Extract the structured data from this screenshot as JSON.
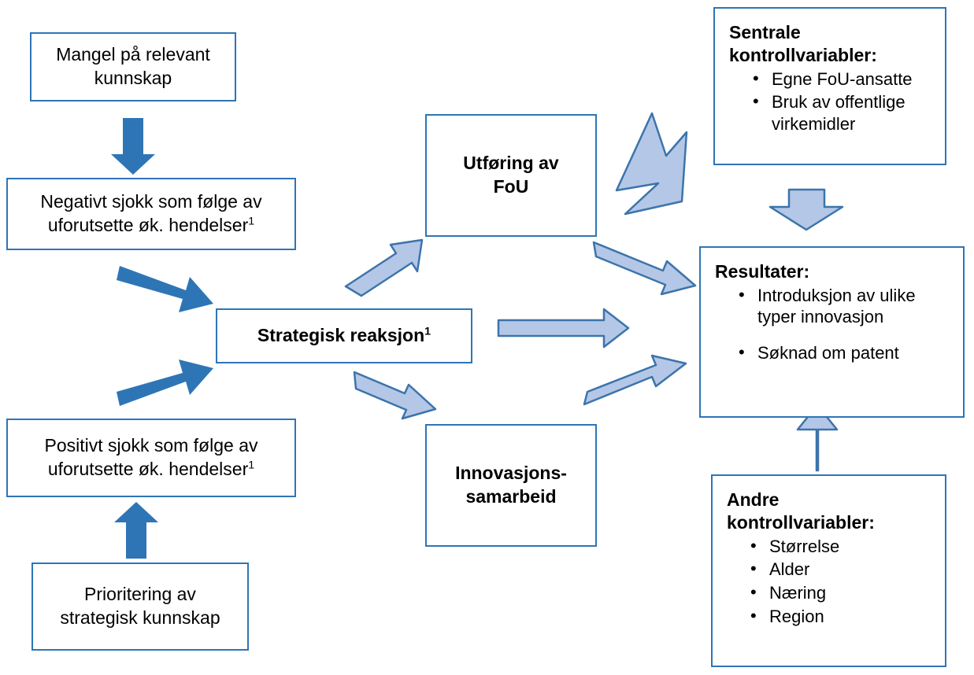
{
  "diagram": {
    "title_text_language": "Norwegian",
    "colors": {
      "box_border": "#2E75B6",
      "dark_arrow": "#2E75B6",
      "light_arrow_fill": "#B4C7E7",
      "light_arrow_stroke": "#3C74AB",
      "background": "#FFFFFF",
      "text": "#000000"
    },
    "nodes": [
      {
        "id": "mangel",
        "label": "Mangel på relevant\nkunnskap",
        "bold": false,
        "kind": "box"
      },
      {
        "id": "negativt-sjokk",
        "label_main": "Negativt sjokk som følge av\nuforutsette øk. hendelser",
        "label_superscript": "1",
        "bold": false,
        "kind": "box"
      },
      {
        "id": "positivt-sjokk",
        "label_main": "Positivt sjokk som følge av\nuforutsette øk. hendelser",
        "label_superscript": "1",
        "bold": false,
        "kind": "box"
      },
      {
        "id": "prioritering",
        "label": "Prioritering av\nstrategisk kunnskap",
        "bold": false,
        "kind": "box"
      },
      {
        "id": "strategisk-reaksjon",
        "label_main": "Strategisk reaksjon",
        "label_superscript": "1",
        "bold": true,
        "kind": "box"
      },
      {
        "id": "utforing-fou",
        "label": "Utføring av\nFoU",
        "bold": true,
        "kind": "box"
      },
      {
        "id": "innovasjonssamarbeid",
        "label": "Innovasjons-\nsamarbeid",
        "bold": true,
        "kind": "box"
      },
      {
        "id": "sentrale-kontrollvariabler",
        "heading": "Sentrale\nkontrollvariabler:",
        "items": [
          "Egne FoU-ansatte",
          "Bruk av offentlige virkemidler"
        ],
        "kind": "list-box"
      },
      {
        "id": "resultater",
        "heading": "Resultater:",
        "items": [
          "Introduksjon av ulike typer innovasjon",
          "Søknad om patent"
        ],
        "kind": "list-box"
      },
      {
        "id": "andre-kontrollvariabler",
        "heading": "Andre\nkontrollvariabler:",
        "items": [
          "Størrelse",
          "Alder",
          "Næring",
          "Region"
        ],
        "kind": "list-box"
      }
    ],
    "arrows": [
      {
        "id": "mangel-to-negativt",
        "style": "dark-solid",
        "direction": "down",
        "from": "mangel",
        "to": "negativt-sjokk"
      },
      {
        "id": "negativt-to-strategisk",
        "style": "dark-solid",
        "direction": "down-right",
        "from": "negativt-sjokk",
        "to": "strategisk-reaksjon"
      },
      {
        "id": "positivt-to-strategisk",
        "style": "dark-solid",
        "direction": "up-right",
        "from": "positivt-sjokk",
        "to": "strategisk-reaksjon"
      },
      {
        "id": "prioritering-to-positivt",
        "style": "dark-solid",
        "direction": "up",
        "from": "prioritering",
        "to": "positivt-sjokk"
      },
      {
        "id": "strategisk-to-fou",
        "style": "light-outline",
        "direction": "up-right",
        "from": "strategisk-reaksjon",
        "to": "utforing-fou"
      },
      {
        "id": "strategisk-to-innovasjon",
        "style": "light-outline",
        "direction": "down-right",
        "from": "strategisk-reaksjon",
        "to": "innovasjonssamarbeid"
      },
      {
        "id": "strategisk-to-resultater",
        "style": "light-outline",
        "direction": "right",
        "from": "strategisk-reaksjon",
        "to": "resultater"
      },
      {
        "id": "fou-to-resultater",
        "style": "light-outline",
        "direction": "down-right",
        "from": "utforing-fou",
        "to": "resultater"
      },
      {
        "id": "innovasjon-to-resultater",
        "style": "light-outline",
        "direction": "up-right",
        "from": "innovasjonssamarbeid",
        "to": "resultater"
      },
      {
        "id": "sentrale-to-fou",
        "style": "light-outline",
        "direction": "down-left",
        "from": "sentrale-kontrollvariabler",
        "to": "utforing-fou"
      },
      {
        "id": "sentrale-to-resultater",
        "style": "light-outline",
        "direction": "down",
        "from": "sentrale-kontrollvariabler",
        "to": "resultater"
      },
      {
        "id": "andre-to-resultater",
        "style": "light-outline",
        "direction": "up",
        "from": "andre-kontrollvariabler",
        "to": "resultater"
      }
    ]
  }
}
